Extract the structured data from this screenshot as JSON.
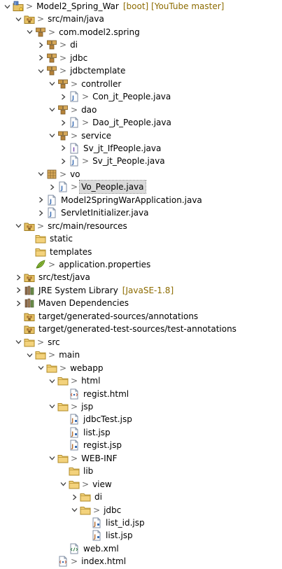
{
  "tree": [
    {
      "depth": 0,
      "tw": "open",
      "icon": "project-icon",
      "prefix": ">",
      "label": "Model2_Spring_War",
      "deco": "[boot] [YouTube master]"
    },
    {
      "depth": 1,
      "tw": "open",
      "icon": "source-folder-icon",
      "prefix": ">",
      "label": "src/main/java"
    },
    {
      "depth": 2,
      "tw": "open",
      "icon": "package-icon",
      "prefix": ">",
      "label": "com.model2.spring"
    },
    {
      "depth": 3,
      "tw": "closed",
      "icon": "package-icon",
      "prefix": ">",
      "label": "di"
    },
    {
      "depth": 3,
      "tw": "closed",
      "icon": "package-icon",
      "prefix": ">",
      "label": "jdbc"
    },
    {
      "depth": 3,
      "tw": "open",
      "icon": "package-icon",
      "prefix": ">",
      "label": "jdbctemplate"
    },
    {
      "depth": 4,
      "tw": "open",
      "icon": "package-icon",
      "prefix": ">",
      "label": "controller"
    },
    {
      "depth": 5,
      "tw": "closed",
      "icon": "java-file-icon",
      "prefix": ">",
      "label": "Con_jt_People.java"
    },
    {
      "depth": 4,
      "tw": "open",
      "icon": "package-icon",
      "prefix": ">",
      "label": "dao"
    },
    {
      "depth": 5,
      "tw": "closed",
      "icon": "java-file-icon",
      "prefix": ">",
      "label": "Dao_jt_People.java"
    },
    {
      "depth": 4,
      "tw": "open",
      "icon": "package-icon",
      "prefix": ">",
      "label": "service"
    },
    {
      "depth": 5,
      "tw": "closed",
      "icon": "java-interface-icon",
      "prefix": "",
      "label": "Sv_jt_IfPeople.java"
    },
    {
      "depth": 5,
      "tw": "closed",
      "icon": "java-file-icon",
      "prefix": ">",
      "label": "Sv_jt_People.java"
    },
    {
      "depth": 3,
      "tw": "open",
      "icon": "package-plain-icon",
      "prefix": ">",
      "label": "vo"
    },
    {
      "depth": 4,
      "tw": "closed",
      "icon": "java-file-icon",
      "prefix": ">",
      "label": "Vo_People.java",
      "selected": true
    },
    {
      "depth": 3,
      "tw": "closed",
      "icon": "java-file-icon",
      "prefix": "",
      "label": "Model2SpringWarApplication.java"
    },
    {
      "depth": 3,
      "tw": "closed",
      "icon": "java-file-icon",
      "prefix": "",
      "label": "ServletInitializer.java"
    },
    {
      "depth": 1,
      "tw": "open",
      "icon": "source-folder-icon",
      "prefix": ">",
      "label": "src/main/resources"
    },
    {
      "depth": 2,
      "tw": "none",
      "icon": "folder-icon",
      "prefix": "",
      "label": "static"
    },
    {
      "depth": 2,
      "tw": "none",
      "icon": "folder-icon",
      "prefix": "",
      "label": "templates"
    },
    {
      "depth": 2,
      "tw": "none",
      "icon": "properties-file-icon",
      "prefix": ">",
      "label": "application.properties"
    },
    {
      "depth": 1,
      "tw": "closed",
      "icon": "source-folder-icon",
      "prefix": "",
      "label": "src/test/java"
    },
    {
      "depth": 1,
      "tw": "closed",
      "icon": "library-icon",
      "prefix": "",
      "label": "JRE System Library",
      "deco": "[JavaSE-1.8]"
    },
    {
      "depth": 1,
      "tw": "closed",
      "icon": "library-icon",
      "prefix": "",
      "label": "Maven Dependencies"
    },
    {
      "depth": 1,
      "tw": "none",
      "icon": "source-folder-icon",
      "prefix": "",
      "label": "target/generated-sources/annotations"
    },
    {
      "depth": 1,
      "tw": "none",
      "icon": "source-folder-icon",
      "prefix": "",
      "label": "target/generated-test-sources/test-annotations"
    },
    {
      "depth": 1,
      "tw": "open",
      "icon": "folder-icon",
      "prefix": ">",
      "label": "src"
    },
    {
      "depth": 2,
      "tw": "open",
      "icon": "folder-icon",
      "prefix": ">",
      "label": "main"
    },
    {
      "depth": 3,
      "tw": "open",
      "icon": "folder-icon",
      "prefix": ">",
      "label": "webapp"
    },
    {
      "depth": 4,
      "tw": "open",
      "icon": "folder-icon",
      "prefix": ">",
      "label": "html"
    },
    {
      "depth": 5,
      "tw": "none",
      "icon": "html-file-icon",
      "prefix": "",
      "label": "regist.html"
    },
    {
      "depth": 4,
      "tw": "open",
      "icon": "folder-icon",
      "prefix": ">",
      "label": "jsp"
    },
    {
      "depth": 5,
      "tw": "none",
      "icon": "jsp-file-icon",
      "prefix": "",
      "label": "jdbcTest.jsp"
    },
    {
      "depth": 5,
      "tw": "none",
      "icon": "jsp-file-icon",
      "prefix": "",
      "label": "list.jsp"
    },
    {
      "depth": 5,
      "tw": "none",
      "icon": "jsp-file-icon",
      "prefix": "",
      "label": "regist.jsp"
    },
    {
      "depth": 4,
      "tw": "open",
      "icon": "folder-icon",
      "prefix": ">",
      "label": "WEB-INF"
    },
    {
      "depth": 5,
      "tw": "none",
      "icon": "folder-icon",
      "prefix": "",
      "label": "lib"
    },
    {
      "depth": 5,
      "tw": "open",
      "icon": "folder-icon",
      "prefix": ">",
      "label": "view"
    },
    {
      "depth": 6,
      "tw": "closed",
      "icon": "folder-icon",
      "prefix": "",
      "label": "di"
    },
    {
      "depth": 6,
      "tw": "open",
      "icon": "folder-icon",
      "prefix": ">",
      "label": "jdbc"
    },
    {
      "depth": 7,
      "tw": "none",
      "icon": "jsp-file-icon",
      "prefix": "",
      "label": "list_id.jsp"
    },
    {
      "depth": 7,
      "tw": "none",
      "icon": "jsp-file-icon",
      "prefix": "",
      "label": "list.jsp"
    },
    {
      "depth": 5,
      "tw": "none",
      "icon": "xml-file-icon",
      "prefix": "",
      "label": "web.xml"
    },
    {
      "depth": 4,
      "tw": "none",
      "icon": "html-file-icon",
      "prefix": ">",
      "label": "index.html"
    }
  ],
  "colors": {
    "prefix": "#6b6b6b",
    "decoration": "#8c6b00",
    "selection": "#dadada",
    "folder": "#e8c468",
    "package": "#b5813a",
    "java": "#3c6fb5"
  }
}
